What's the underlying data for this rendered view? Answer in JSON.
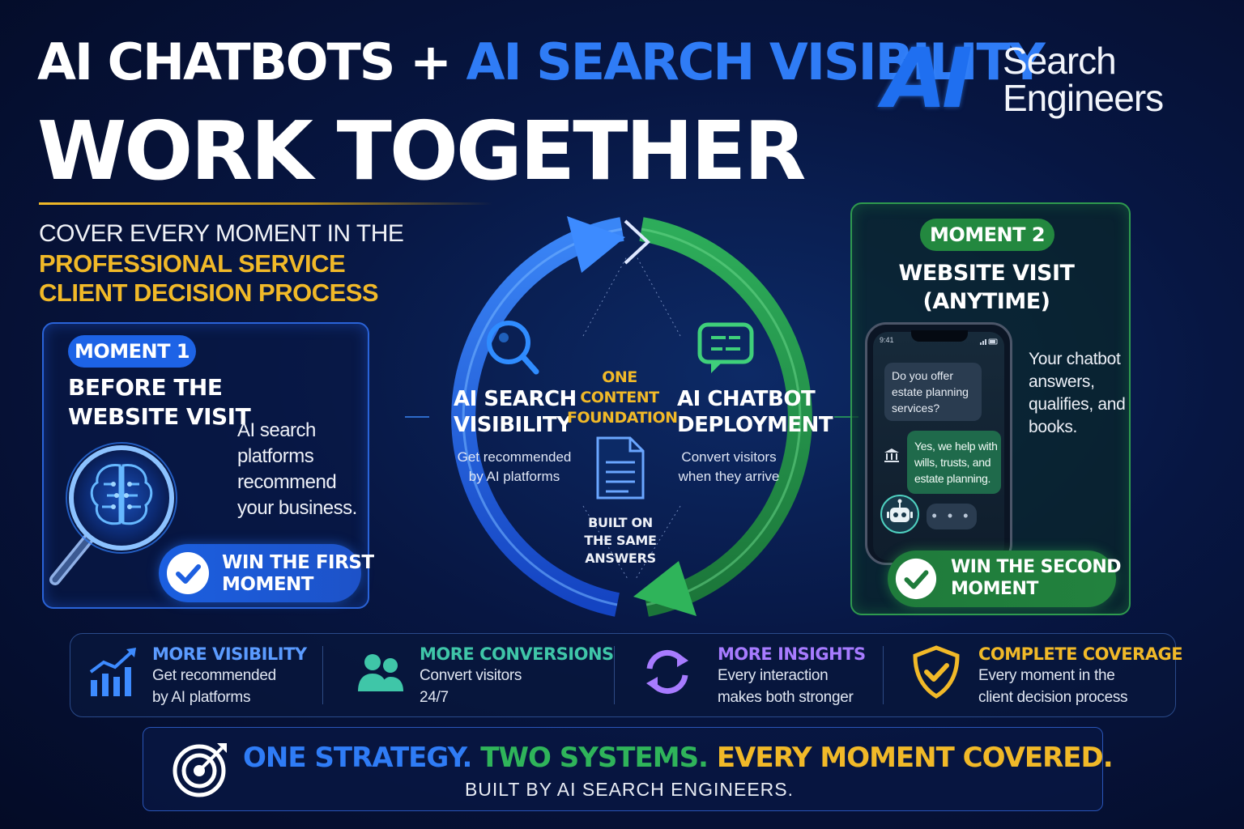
{
  "header": {
    "title_part1": "AI CHATBOTS + ",
    "title_part2": "AI SEARCH VISIBILITY",
    "title_line2": "WORK TOGETHER"
  },
  "logo": {
    "mark": "AI",
    "line1": "Search",
    "line2": "Engineers"
  },
  "subtitle": {
    "line1": "COVER EVERY MOMENT IN THE",
    "line2": "PROFESSIONAL SERVICE",
    "line3": "CLIENT DECISION PROCESS"
  },
  "moment1": {
    "badge": "MOMENT 1",
    "heading_line1": "BEFORE THE",
    "heading_line2": "WEBSITE VISIT",
    "text_lines": [
      "AI search",
      "platforms",
      "recommend",
      "your business."
    ],
    "win_line1": "WIN THE FIRST",
    "win_line2": "MOMENT"
  },
  "center": {
    "left_title1": "AI SEARCH",
    "left_title2": "VISIBILITY",
    "left_desc1": "Get recommended",
    "left_desc2": "by AI platforms",
    "right_title1": "AI CHATBOT",
    "right_title2": "DEPLOYMENT",
    "right_desc1": "Convert visitors",
    "right_desc2": "when they arrive",
    "foundation": [
      "ONE",
      "CONTENT",
      "FOUNDATION"
    ],
    "built_on": [
      "BUILT ON",
      "THE SAME",
      "ANSWERS"
    ]
  },
  "moment2": {
    "badge": "MOMENT 2",
    "heading_line1": "WEBSITE VISIT",
    "heading_line2": "(ANYTIME)",
    "phone_time": "9:41",
    "question_lines": [
      "Do you offer",
      "estate planning",
      "services?"
    ],
    "answer_lines": [
      "Yes, we help with",
      "wills, trusts, and",
      "estate planning."
    ],
    "typing": "• • •",
    "text_lines": [
      "Your chatbot",
      "answers,",
      "qualifies, and",
      "books."
    ],
    "win_line1": "WIN THE SECOND",
    "win_line2": "MOMENT"
  },
  "benefits": [
    {
      "title": "MORE VISIBILITY",
      "desc1": "Get recommended",
      "desc2": "by AI platforms",
      "color": "#5b9bff",
      "icon": "growth-chart-icon"
    },
    {
      "title": "MORE CONVERSIONS",
      "desc1": "Convert visitors",
      "desc2": "24/7",
      "color": "#3fc6a8",
      "icon": "users-icon"
    },
    {
      "title": "MORE INSIGHTS",
      "desc1": "Every interaction",
      "desc2": "makes both stronger",
      "color": "#a77bff",
      "icon": "refresh-cycle-icon"
    },
    {
      "title": "COMPLETE COVERAGE",
      "desc1": "Every moment in the",
      "desc2": "client decision process",
      "color": "#f1b928",
      "icon": "shield-check-icon"
    }
  ],
  "banner": {
    "part1": "ONE STRATEGY. ",
    "part2": "TWO SYSTEMS. ",
    "part3": "EVERY MOMENT COVERED.",
    "built_by": "BUILT BY AI SEARCH ENGINEERS."
  },
  "colors": {
    "blue": "#2f7cf6",
    "green": "#2fa84f",
    "gold": "#f1b928",
    "teal": "#3fc6a8",
    "purple": "#a77bff",
    "background": "#071642"
  }
}
